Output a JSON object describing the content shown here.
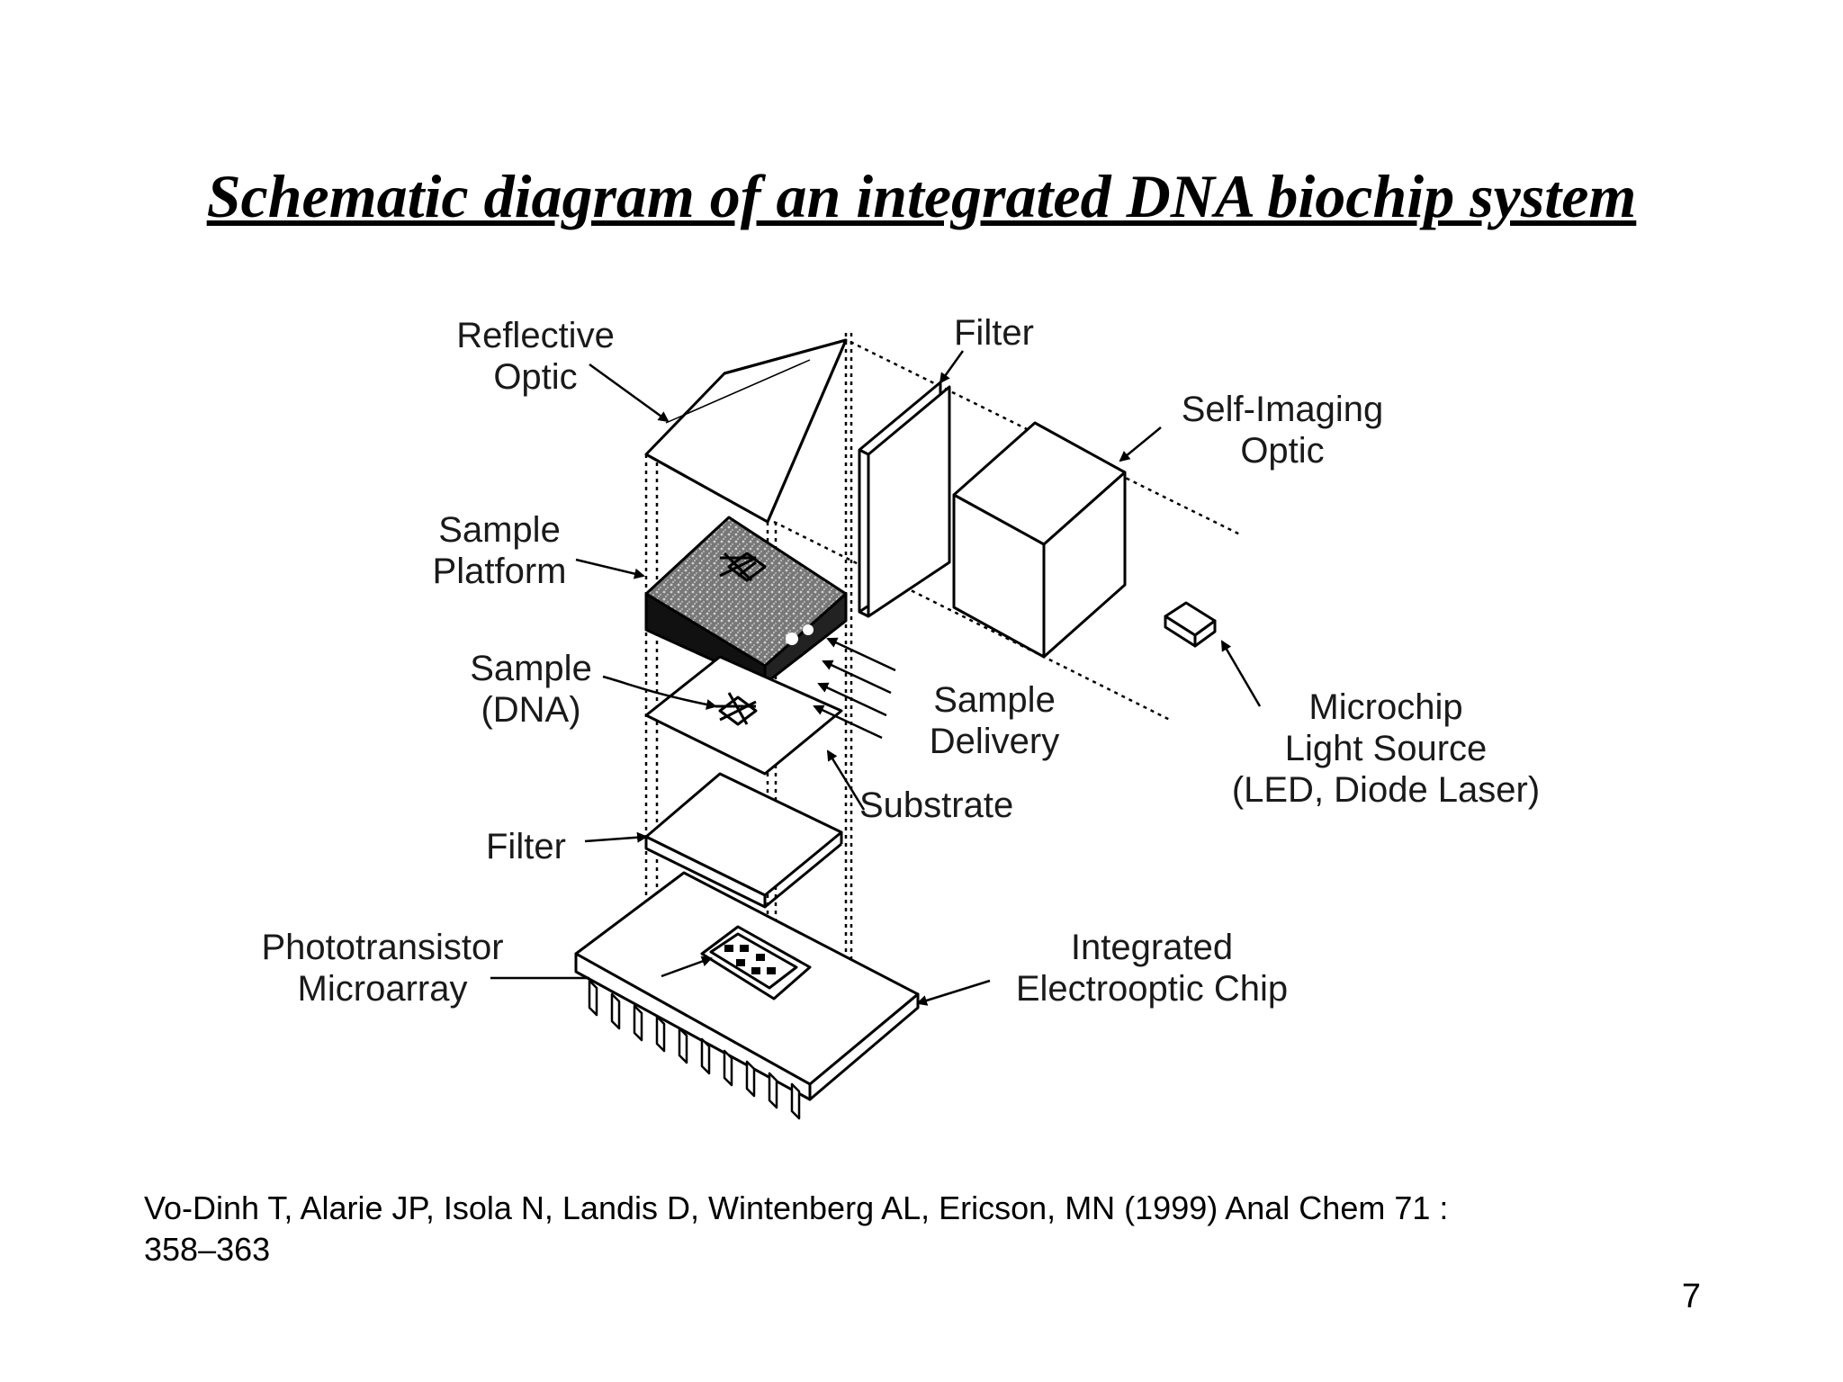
{
  "slide": {
    "title": "Schematic diagram of an integrated DNA biochip system",
    "citation_line1": "Vo-Dinh T, Alarie JP, Isola N, Landis D, Wintenberg AL, Ericson, MN (1999) Anal Chem 71 :",
    "citation_line2": "358–363",
    "page_number": "7"
  },
  "labels": {
    "reflective_optic_1": "Reflective",
    "reflective_optic_2": "Optic",
    "filter_top": "Filter",
    "self_imaging_1": "Self-Imaging",
    "self_imaging_2": "Optic",
    "sample_platform_1": "Sample",
    "sample_platform_2": "Platform",
    "sample_dna_1": "Sample",
    "sample_dna_2": "(DNA)",
    "sample_delivery_1": "Sample",
    "sample_delivery_2": "Delivery",
    "substrate": "Substrate",
    "light_source_1": "Microchip",
    "light_source_2": "Light Source",
    "light_source_3": "(LED, Diode Laser)",
    "filter_bottom": "Filter",
    "phototransistor_1": "Phototransistor",
    "phototransistor_2": "Microarray",
    "chip_1": "Integrated",
    "chip_2": "Electrooptic Chip"
  }
}
